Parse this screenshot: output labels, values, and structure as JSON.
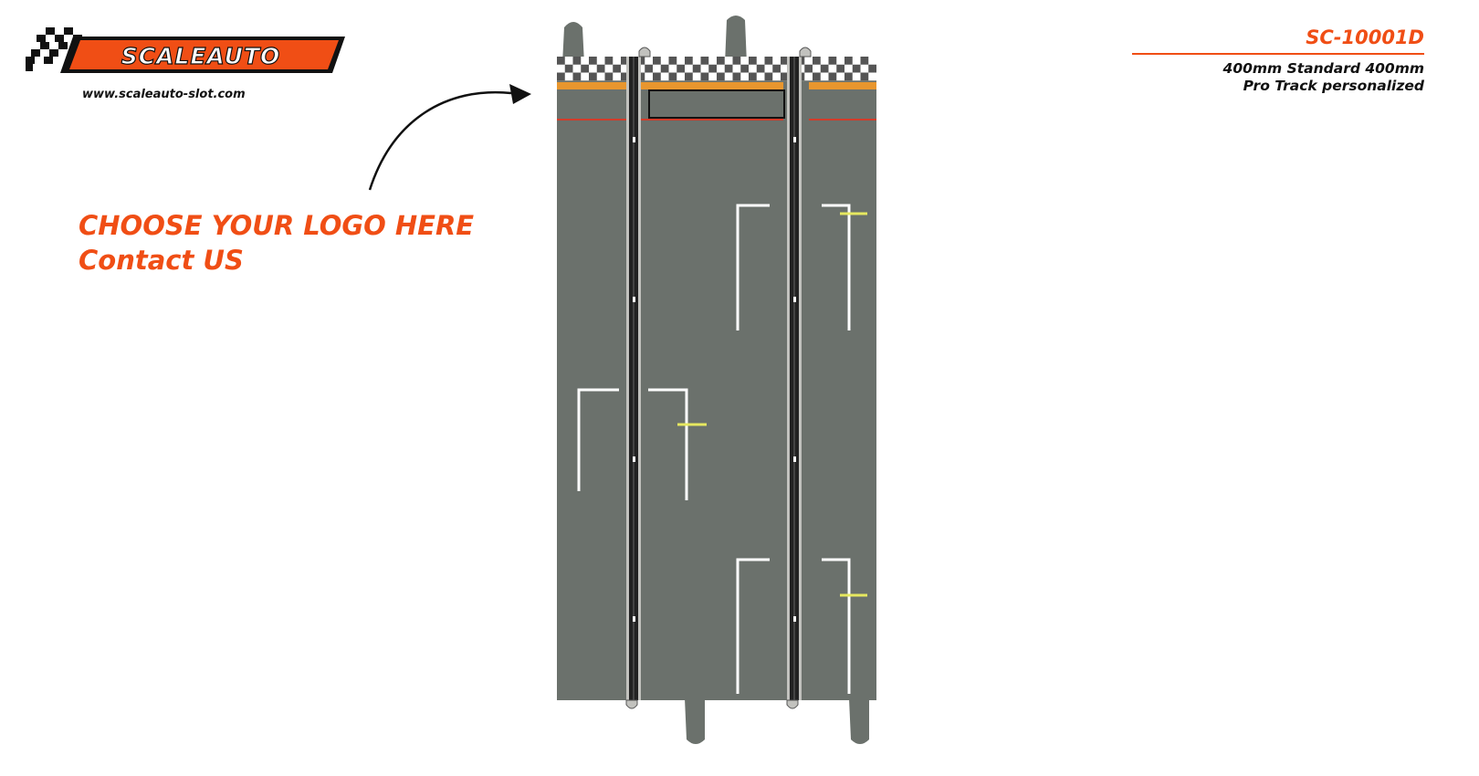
{
  "brand": {
    "logo_text": "SCALEAUTO",
    "url": "www.scaleauto-slot.com",
    "colors": {
      "accent": "#f04e15",
      "dark": "#111111"
    }
  },
  "callout": {
    "line1": "CHOOSE YOUR LOGO HERE",
    "line2": "Contact US",
    "arrow_icon": "curved-arrow-icon"
  },
  "product": {
    "code": "SC-10001D",
    "description_line1": "400mm Standard 400mm",
    "description_line2": "Pro Track personalized"
  },
  "track": {
    "colors": {
      "surface": "#6b716c",
      "rail": "#b9b9b5",
      "checker_dark": "#555555",
      "orange_stripe": "#e8962e",
      "red_line": "#d23c2a",
      "pit_marking": "#ffffff",
      "stop_marker": "#e6e860"
    },
    "lanes": 2
  }
}
